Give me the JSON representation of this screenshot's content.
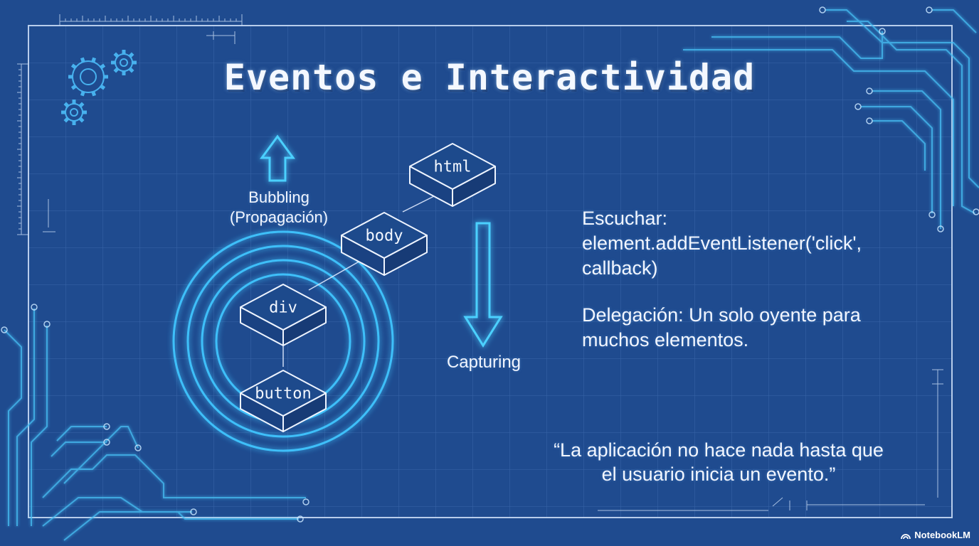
{
  "title": "Eventos e Interactividad",
  "diagram": {
    "nodes": [
      {
        "id": "html",
        "label": "html"
      },
      {
        "id": "body",
        "label": "body"
      },
      {
        "id": "div",
        "label": "div"
      },
      {
        "id": "button",
        "label": "button"
      }
    ],
    "bubbling_label": "Bubbling\n(Propagación)",
    "capturing_label": "Capturing"
  },
  "side": {
    "escuchar": "Escuchar:\nelement.addEventListener('click',\ncallback)",
    "delegacion": "Delegación: Un solo oyente para\nmuchos elementos."
  },
  "quote": "“La aplicación no hace nada hasta que\nel usuario inicia un evento.”",
  "branding": {
    "logo_text": "NotebookLM",
    "logo_icon": "notebooklm-icon"
  },
  "colors": {
    "background": "#1f4b8f",
    "grid": "#4f7bbd",
    "glow": "#41c6ff",
    "text": "#f2f6ff"
  }
}
